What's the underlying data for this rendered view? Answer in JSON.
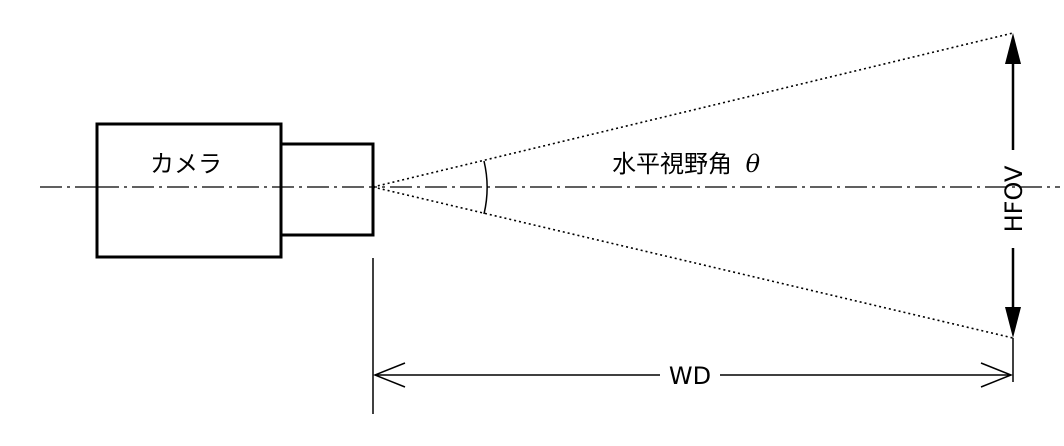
{
  "diagram": {
    "camera_label": "カメラ",
    "angle_label": "水平視野角",
    "angle_symbol": "θ",
    "hfov_label": "HFOV",
    "wd_label": "WD"
  }
}
